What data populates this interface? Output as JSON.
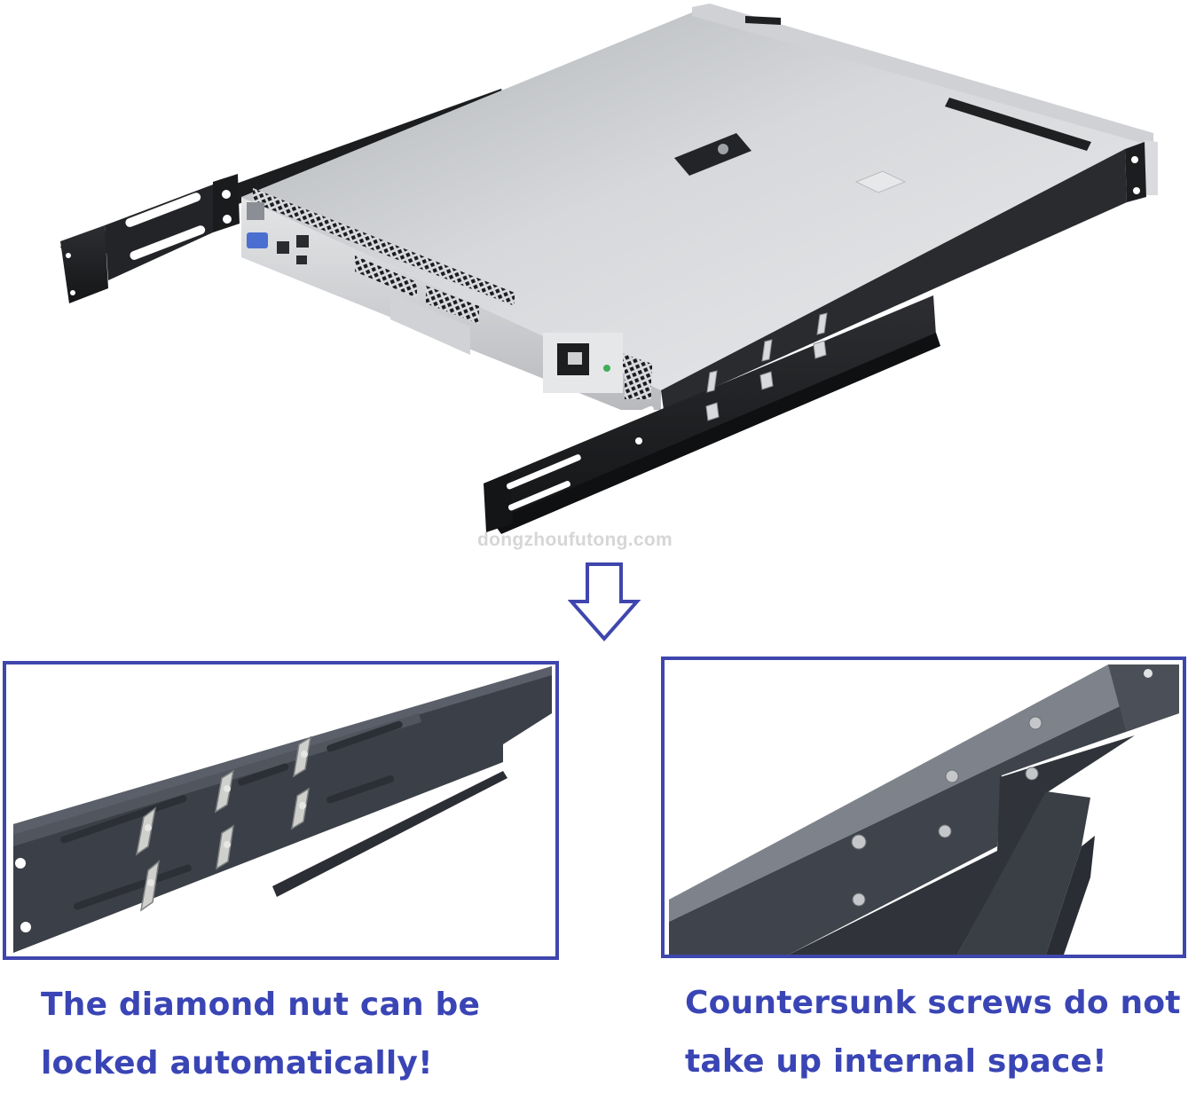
{
  "hero": {
    "subject": "1U server chassis mounted on adjustable rack rails",
    "watermark": "dongzhoufutong.com"
  },
  "arrow": {
    "icon": "down-arrow-outline",
    "color": "#3f46ad"
  },
  "panels": [
    {
      "subject": "rail closeup with diamond nuts",
      "border_color": "#3f46ad",
      "caption_lines": [
        "The diamond nut can be",
        "locked automatically!"
      ]
    },
    {
      "subject": "rail closeup with countersunk screws",
      "border_color": "#3f46ad",
      "caption_lines": [
        "Countersunk screws do not",
        "take up internal space!"
      ]
    }
  ],
  "colors": {
    "accent_blue": "#3a45b5",
    "rail_black": "#1e1f22",
    "chassis_silver": "#c9cbcf",
    "closeup_rail": "#3a3e46"
  }
}
